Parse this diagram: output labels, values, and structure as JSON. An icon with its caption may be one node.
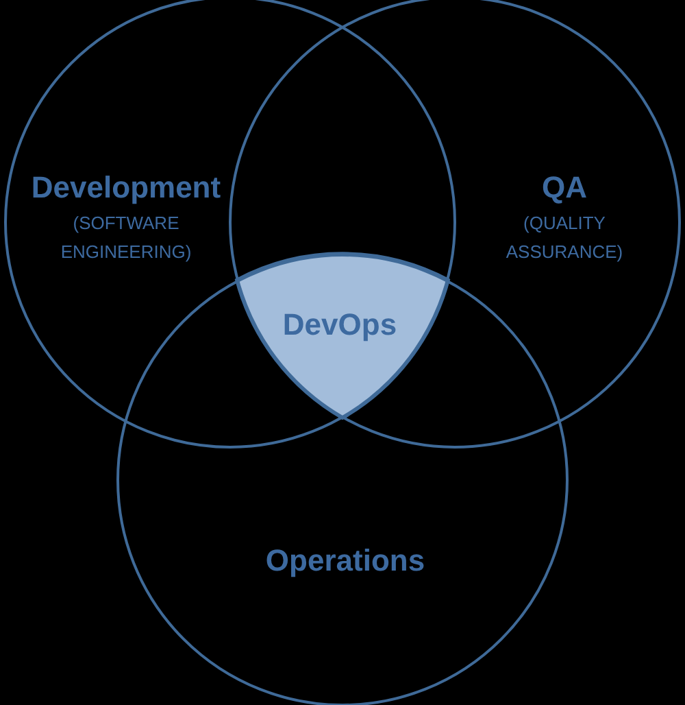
{
  "diagram": {
    "nodes": [
      {
        "text": [
          "Development",
          "(SOFTWARE ENGINEERING)"
        ]
      },
      {
        "text": [
          "QA",
          "(QUALITY ASSURANCE)"
        ]
      },
      {
        "text": [
          "Operations"
        ]
      },
      {
        "text": [
          "DevOps"
        ]
      }
    ]
  }
}
